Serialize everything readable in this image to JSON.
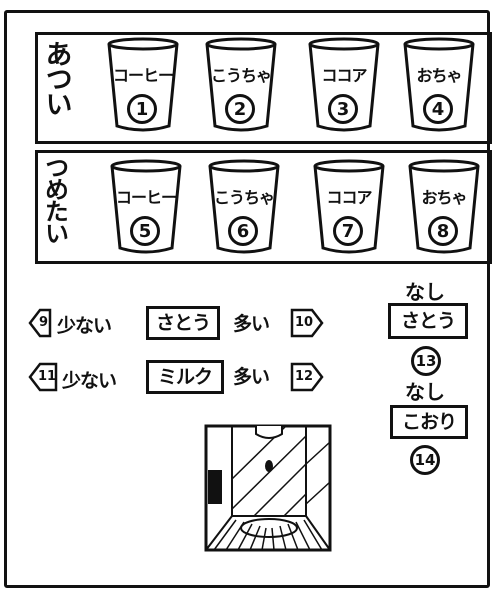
{
  "hot_panel": {
    "label": "あつい",
    "cups": [
      {
        "name": "コーヒー",
        "number": "1"
      },
      {
        "name": "こうちゃ",
        "number": "2"
      },
      {
        "name": "ココア",
        "number": "3"
      },
      {
        "name": "おちゃ",
        "number": "4"
      }
    ]
  },
  "cold_panel": {
    "label": "つめたい",
    "cups": [
      {
        "name": "コーヒー",
        "number": "5"
      },
      {
        "name": "こうちゃ",
        "number": "6"
      },
      {
        "name": "ココア",
        "number": "7"
      },
      {
        "name": "おちゃ",
        "number": "8"
      }
    ]
  },
  "sugar_row": {
    "less_number": "9",
    "less_label": "少ない",
    "item_label": "さとう",
    "more_label": "多い",
    "more_number": "10"
  },
  "milk_row": {
    "less_number": "11",
    "less_label": "少ない",
    "item_label": "ミルク",
    "more_label": "多い",
    "more_number": "12"
  },
  "no_sugar": {
    "caption": "なし",
    "label": "さとう",
    "number": "13"
  },
  "no_ice": {
    "caption": "なし",
    "label": "こおり",
    "number": "14"
  }
}
